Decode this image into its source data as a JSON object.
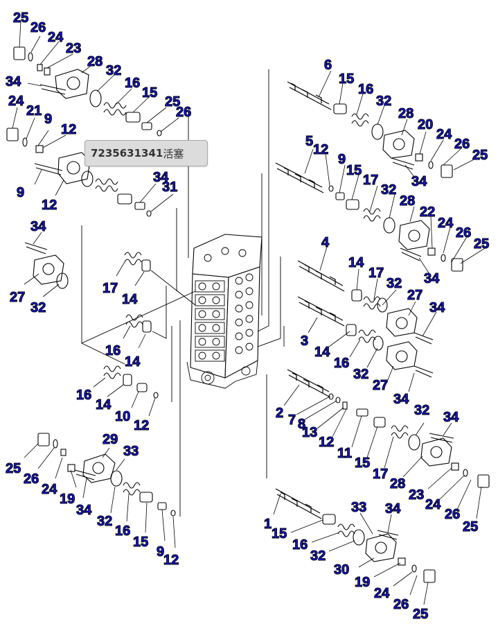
{
  "callouts": [
    {
      "id": "c1",
      "text": "25"
    },
    {
      "id": "c2",
      "text": "26"
    },
    {
      "id": "c3",
      "text": "24"
    },
    {
      "id": "c4",
      "text": "23"
    },
    {
      "id": "c5",
      "text": "28"
    },
    {
      "id": "c6",
      "text": "34"
    },
    {
      "id": "c7",
      "text": "32"
    },
    {
      "id": "c8",
      "text": "16"
    },
    {
      "id": "c9",
      "text": "15"
    },
    {
      "id": "c10",
      "text": "25"
    },
    {
      "id": "c11",
      "text": "26"
    },
    {
      "id": "c12",
      "text": "24"
    },
    {
      "id": "c13",
      "text": "21"
    },
    {
      "id": "c14",
      "text": "9"
    },
    {
      "id": "c15",
      "text": "12"
    },
    {
      "id": "c16",
      "text": "34"
    },
    {
      "id": "c17",
      "text": "31"
    },
    {
      "id": "c18",
      "text": "9"
    },
    {
      "id": "c19",
      "text": "12"
    },
    {
      "id": "c20",
      "text": "34"
    },
    {
      "id": "c21",
      "text": "27"
    },
    {
      "id": "c22",
      "text": "32"
    },
    {
      "id": "c23",
      "text": "17"
    },
    {
      "id": "c24",
      "text": "14"
    },
    {
      "id": "c25",
      "text": "16"
    },
    {
      "id": "c26",
      "text": "14"
    },
    {
      "id": "c27",
      "text": "16"
    },
    {
      "id": "c28",
      "text": "14"
    },
    {
      "id": "c29",
      "text": "10"
    },
    {
      "id": "c30",
      "text": "12"
    },
    {
      "id": "c31",
      "text": "25"
    },
    {
      "id": "c32",
      "text": "26"
    },
    {
      "id": "c33",
      "text": "24"
    },
    {
      "id": "c34",
      "text": "19"
    },
    {
      "id": "c35",
      "text": "29"
    },
    {
      "id": "c36",
      "text": "33"
    },
    {
      "id": "c37",
      "text": "34"
    },
    {
      "id": "c38",
      "text": "32"
    },
    {
      "id": "c39",
      "text": "16"
    },
    {
      "id": "c40",
      "text": "15"
    },
    {
      "id": "c41",
      "text": "9"
    },
    {
      "id": "c42",
      "text": "12"
    },
    {
      "id": "c43",
      "text": "6"
    },
    {
      "id": "c44",
      "text": "15"
    },
    {
      "id": "c45",
      "text": "16"
    },
    {
      "id": "c46",
      "text": "32"
    },
    {
      "id": "c47",
      "text": "28"
    },
    {
      "id": "c48",
      "text": "20"
    },
    {
      "id": "c49",
      "text": "24"
    },
    {
      "id": "c50",
      "text": "26"
    },
    {
      "id": "c51",
      "text": "25"
    },
    {
      "id": "c52",
      "text": "34"
    },
    {
      "id": "c53",
      "text": "5"
    },
    {
      "id": "c54",
      "text": "12"
    },
    {
      "id": "c55",
      "text": "9"
    },
    {
      "id": "c56",
      "text": "15"
    },
    {
      "id": "c57",
      "text": "17"
    },
    {
      "id": "c58",
      "text": "32"
    },
    {
      "id": "c59",
      "text": "28"
    },
    {
      "id": "c60",
      "text": "22"
    },
    {
      "id": "c61",
      "text": "24"
    },
    {
      "id": "c62",
      "text": "26"
    },
    {
      "id": "c63",
      "text": "25"
    },
    {
      "id": "c64",
      "text": "34"
    },
    {
      "id": "c65",
      "text": "4"
    },
    {
      "id": "c66",
      "text": "14"
    },
    {
      "id": "c67",
      "text": "17"
    },
    {
      "id": "c68",
      "text": "32"
    },
    {
      "id": "c69",
      "text": "27"
    },
    {
      "id": "c70",
      "text": "34"
    },
    {
      "id": "c71",
      "text": "3"
    },
    {
      "id": "c72",
      "text": "14"
    },
    {
      "id": "c73",
      "text": "16"
    },
    {
      "id": "c74",
      "text": "32"
    },
    {
      "id": "c75",
      "text": "27"
    },
    {
      "id": "c76",
      "text": "34"
    },
    {
      "id": "c77",
      "text": "2"
    },
    {
      "id": "c78",
      "text": "7"
    },
    {
      "id": "c79",
      "text": "8"
    },
    {
      "id": "c80",
      "text": "13"
    },
    {
      "id": "c81",
      "text": "12"
    },
    {
      "id": "c82",
      "text": "11"
    },
    {
      "id": "c83",
      "text": "15"
    },
    {
      "id": "c84",
      "text": "17"
    },
    {
      "id": "c85",
      "text": "28"
    },
    {
      "id": "c86",
      "text": "32"
    },
    {
      "id": "c87",
      "text": "34"
    },
    {
      "id": "c88",
      "text": "23"
    },
    {
      "id": "c89",
      "text": "24"
    },
    {
      "id": "c90",
      "text": "26"
    },
    {
      "id": "c91",
      "text": "25"
    },
    {
      "id": "c92",
      "text": "1"
    },
    {
      "id": "c93",
      "text": "15"
    },
    {
      "id": "c94",
      "text": "16"
    },
    {
      "id": "c95",
      "text": "32"
    },
    {
      "id": "c96",
      "text": "33"
    },
    {
      "id": "c97",
      "text": "34"
    },
    {
      "id": "c98",
      "text": "30"
    },
    {
      "id": "c99",
      "text": "19"
    },
    {
      "id": "c100",
      "text": "24"
    },
    {
      "id": "c101",
      "text": "26"
    },
    {
      "id": "c102",
      "text": "25"
    }
  ],
  "tooltip": {
    "part_number": "7235631341",
    "part_name": "活塞"
  },
  "colors": {
    "callout": "#1a1aff",
    "line": "#000000",
    "tooltip_bg": "#dcdcdc"
  }
}
